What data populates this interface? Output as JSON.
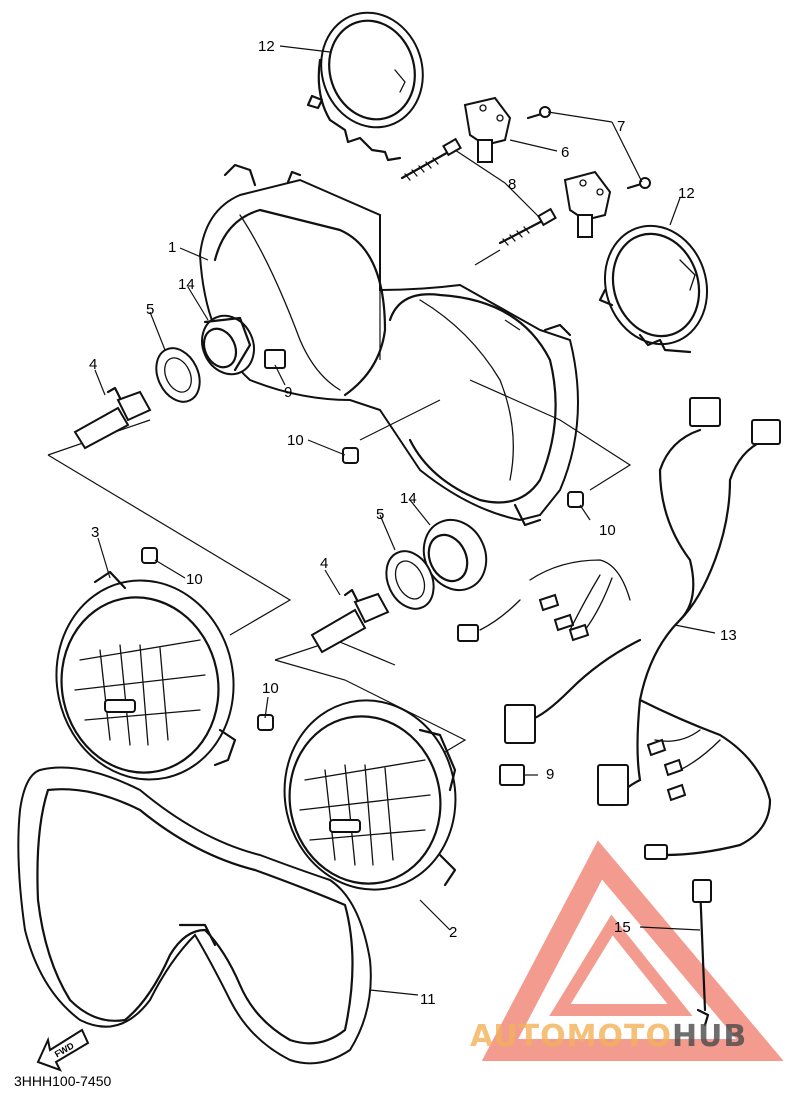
{
  "diagram": {
    "part_code": "3HHH100-7450",
    "fwd_label": "FWD",
    "callouts": [
      {
        "id": "c12a",
        "label": "12"
      },
      {
        "id": "c7",
        "label": "7"
      },
      {
        "id": "c6",
        "label": "6"
      },
      {
        "id": "c8",
        "label": "8"
      },
      {
        "id": "c12b",
        "label": "12"
      },
      {
        "id": "c1",
        "label": "1"
      },
      {
        "id": "c14a",
        "label": "14"
      },
      {
        "id": "c5a",
        "label": "5"
      },
      {
        "id": "c4a",
        "label": "4"
      },
      {
        "id": "c9a",
        "label": "9"
      },
      {
        "id": "c10a",
        "label": "10"
      },
      {
        "id": "c10b",
        "label": "10"
      },
      {
        "id": "c14b",
        "label": "14"
      },
      {
        "id": "c5b",
        "label": "5"
      },
      {
        "id": "c3",
        "label": "3"
      },
      {
        "id": "c10c",
        "label": "10"
      },
      {
        "id": "c4b",
        "label": "4"
      },
      {
        "id": "c13",
        "label": "13"
      },
      {
        "id": "c10d",
        "label": "10"
      },
      {
        "id": "c9b",
        "label": "9"
      },
      {
        "id": "c2",
        "label": "2"
      },
      {
        "id": "c15",
        "label": "15"
      },
      {
        "id": "c11",
        "label": "11"
      }
    ]
  },
  "watermark": {
    "part1": "AUTOMOTO",
    "part2": "HUB",
    "color_primary": "#f07a6a",
    "color_secondary": "#4a4a4a",
    "color_auto": "#f3b15a"
  }
}
